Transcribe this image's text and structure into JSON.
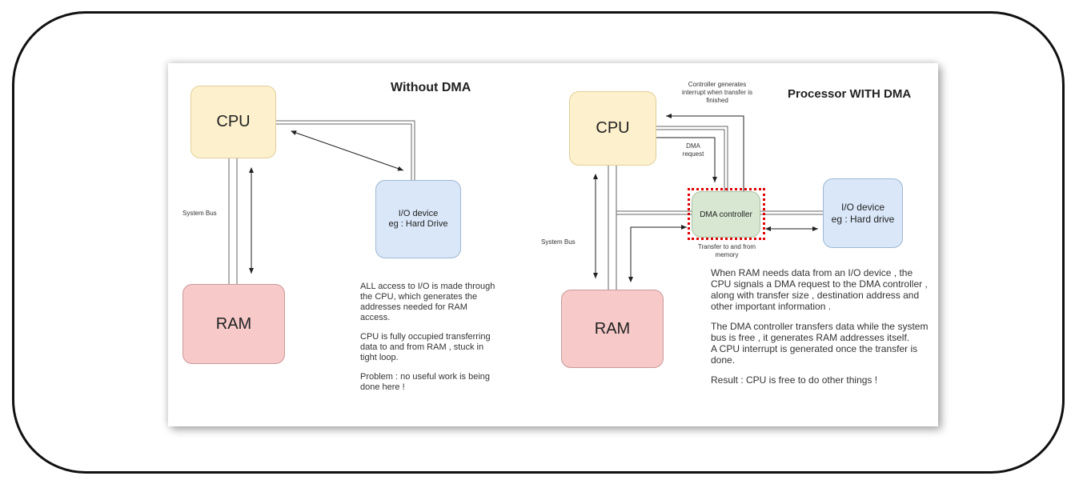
{
  "left_panel": {
    "title": "Without DMA",
    "cpu_label": "CPU",
    "ram_label": "RAM",
    "io_label_line1": "I/O device",
    "io_label_line2": "eg : Hard Drive",
    "system_bus_label": "System Bus",
    "notes": [
      [
        "ALL access to I/O is made through",
        "the CPU, which generates the",
        "addresses needed for RAM",
        "access."
      ],
      [
        "CPU is fully occupied transferring",
        "data to and from RAM , stuck in",
        "tight loop."
      ],
      [
        "Problem : no useful work is being",
        "done here !"
      ]
    ]
  },
  "right_panel": {
    "title": "Processor WITH DMA",
    "cpu_label": "CPU",
    "ram_label": "RAM",
    "dma_label": "DMA controller",
    "io_label_line1": "I/O device",
    "io_label_line2": "eg : Hard drive",
    "system_bus_label": "System Bus",
    "interrupt_label": [
      "Controller generates",
      "interrupt when transfer is",
      "finished"
    ],
    "dma_request_label": [
      "DMA",
      "request"
    ],
    "transfer_label": [
      "Transfer to and from",
      "memory"
    ],
    "notes": [
      [
        "When RAM needs data from an I/O device , the",
        "CPU signals a DMA request to the DMA controller ,",
        "along with transfer size , destination address and",
        "other important information ."
      ],
      [
        "The DMA controller transfers data while the system",
        "bus is free , it generates RAM addresses itself.",
        "A CPU interrupt is generated once the transfer is",
        "done."
      ],
      [
        "Result : CPU is free to do other things !"
      ]
    ]
  },
  "colors": {
    "cpu_fill": "#fdf0cc",
    "ram_fill": "#f7c9c9",
    "io_fill": "#d9e7f8",
    "dma_fill": "#d7e7d2",
    "highlight": "#e00000"
  }
}
